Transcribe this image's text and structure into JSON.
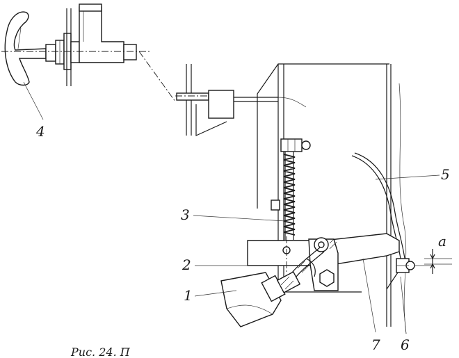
{
  "labels": {
    "l1": "1",
    "l2": "2",
    "l3": "3",
    "l4": "4",
    "l5": "5",
    "l6": "6",
    "l7": "7",
    "la": "a"
  },
  "caption": "Рис. 24. П"
}
